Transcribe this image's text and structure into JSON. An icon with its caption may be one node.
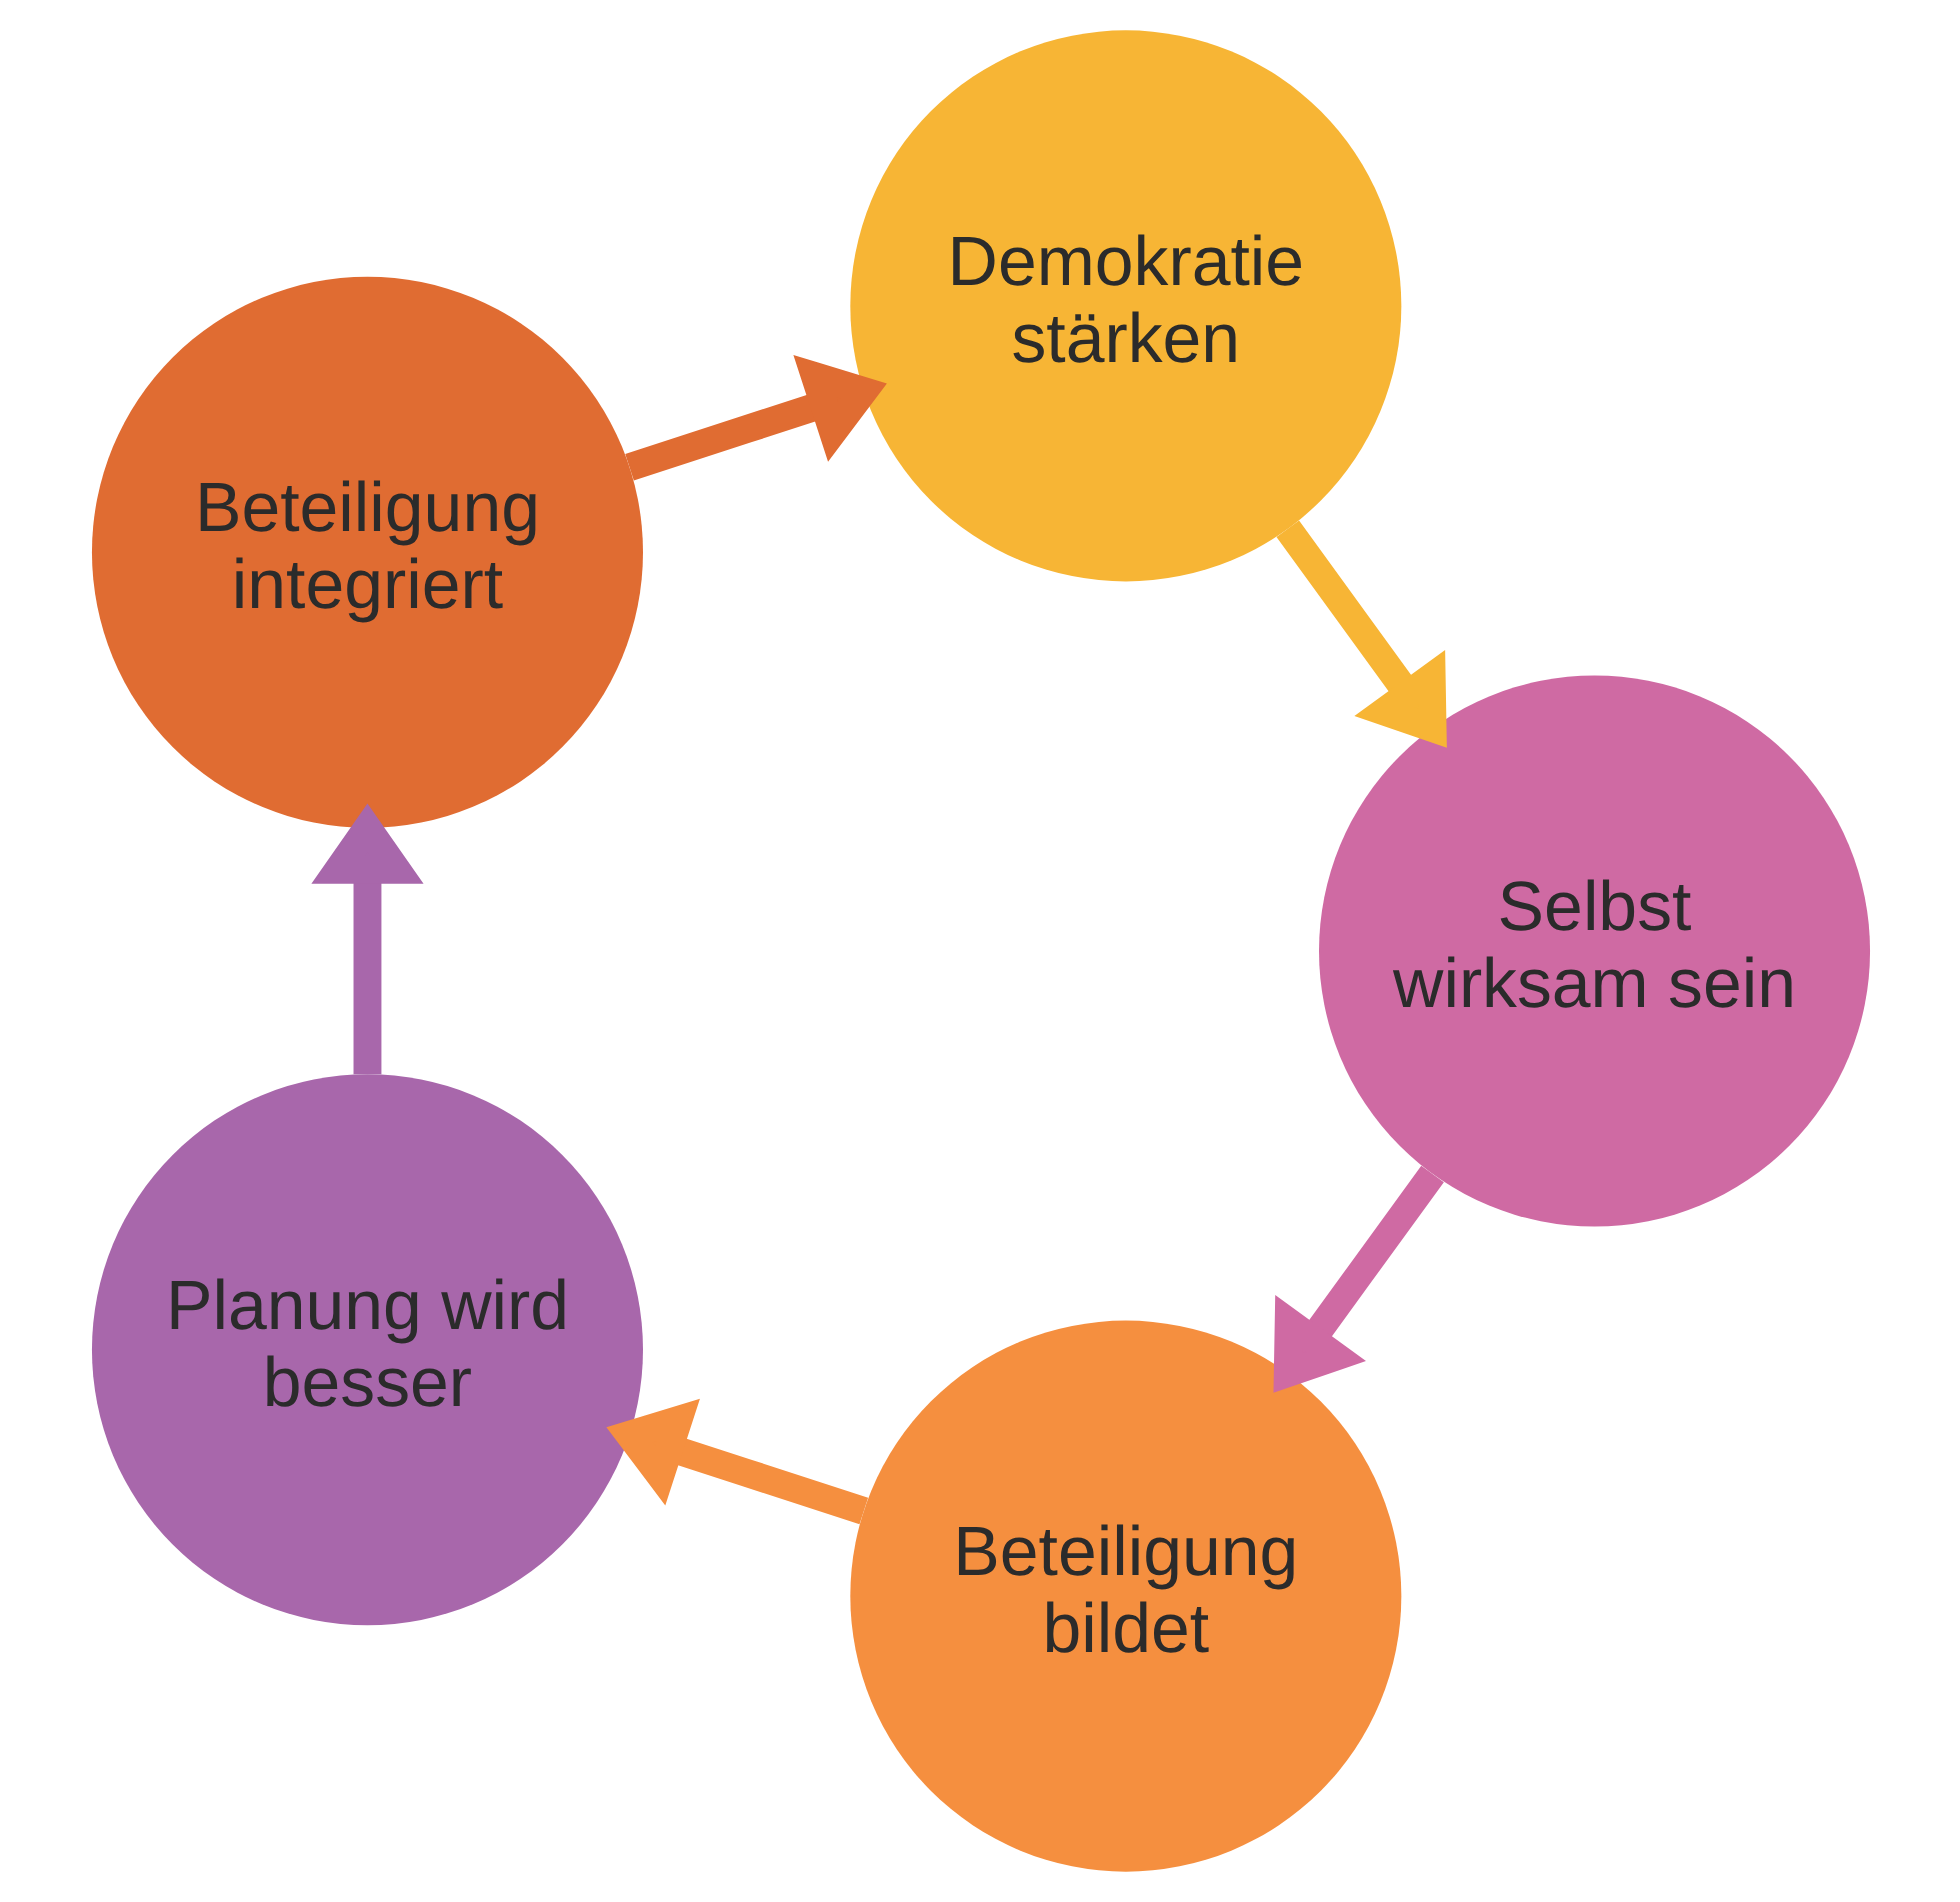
{
  "diagram": {
    "nodes": [
      {
        "text": [
          "Planung wird besser"
        ]
      },
      {
        "text": [
          "Beteiligung integriert"
        ]
      },
      {
        "text": [
          "Demokratie stärken"
        ]
      },
      {
        "text": [
          "Selbst wirksam sein"
        ]
      },
      {
        "text": [
          "Beteiligung bildet"
        ]
      }
    ],
    "edges": [
      {
        "from": 0,
        "to": 1,
        "arrow": "to",
        "color": "#a867ab"
      },
      {
        "from": 1,
        "to": 2,
        "arrow": "to",
        "color": "#e06c32"
      },
      {
        "from": 2,
        "to": 3,
        "arrow": "to",
        "color": "#f7b535"
      },
      {
        "from": 3,
        "to": 4,
        "arrow": "to",
        "color": "#cf6aa3"
      },
      {
        "from": 4,
        "to": 0,
        "arrow": "to",
        "color": "#f58f3f"
      }
    ]
  }
}
